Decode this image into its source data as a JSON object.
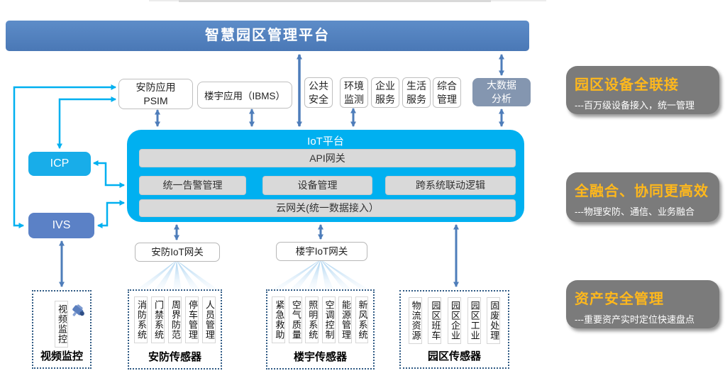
{
  "banner": {
    "title": "智慧园区管理平台"
  },
  "apps": {
    "psim_line1": "安防应用",
    "psim_line2": "PSIM",
    "ibms": "楼宇应用（IBMS）",
    "small": [
      [
        "公共",
        "安全"
      ],
      [
        "环境",
        "监测"
      ],
      [
        "企业",
        "服务"
      ],
      [
        "生活",
        "服务"
      ],
      [
        "综合",
        "管理"
      ]
    ],
    "bigdata_line1": "大数据",
    "bigdata_line2": "分析"
  },
  "left_nodes": {
    "icp": "ICP",
    "ivs": "IVS"
  },
  "platform": {
    "title": "IoT平台",
    "api_bar": "API网关",
    "modules": [
      "统一告警管理",
      "设备管理",
      "跨系统联动逻辑"
    ],
    "cloud_bar": "云网关(统一数据接入）"
  },
  "gateways": {
    "security": "安防IoT网关",
    "building": "楼宇IoT网关"
  },
  "sensor_groups": {
    "video": {
      "label": "视频监控",
      "columns": [
        "视频监控"
      ]
    },
    "security": {
      "label": "安防传感器",
      "columns": [
        "消防系统",
        "门禁系统",
        "周界防范",
        "停车管理",
        "人员管理"
      ]
    },
    "building": {
      "label": "楼宇传感器",
      "columns": [
        "紧急救助",
        "空气质量",
        "照明系统",
        "空调控制",
        "能源管理",
        "新风系统"
      ]
    },
    "park": {
      "label": "园区传感器",
      "columns": [
        "物流资源",
        "园区班车",
        "园区企业",
        "园区工业",
        "固废处理"
      ]
    }
  },
  "benefits": [
    {
      "title": "园区设备全联接",
      "subtitle": "---百万级设备接入，统一管理"
    },
    {
      "title": "全融合、协同更高效",
      "subtitle": "---物理安防、通信、业务融合"
    },
    {
      "title": "资产安全管理",
      "subtitle": "---重要资产实时定位快速盘点"
    }
  ],
  "colors": {
    "banner_blue": "#4f81bd",
    "platform_cyan": "#00b0f0",
    "arrow_blue": "#4e7dba",
    "link_cyan": "#00b0f0",
    "bigdata_gray_blue": "#8496b0",
    "ivs_blue": "#5b81c6",
    "benefit_gray": "#7b7b7b",
    "benefit_orange": "#ffb81c",
    "module_bar_gray": "#d9d9d9"
  }
}
